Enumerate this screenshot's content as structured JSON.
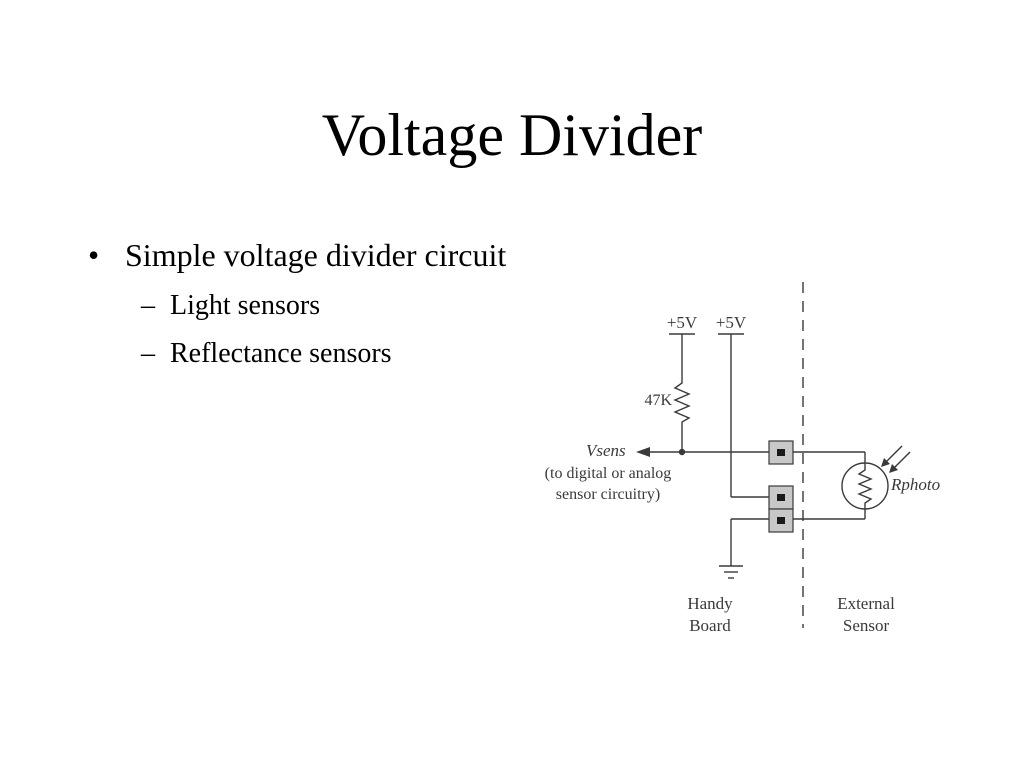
{
  "slide": {
    "title": "Voltage Divider",
    "bullets": [
      {
        "text": "Simple voltage divider circuit",
        "subitems": [
          "Light sensors",
          "Reflectance sensors"
        ]
      }
    ],
    "bullet_marker": "•",
    "sub_marker": "–"
  },
  "diagram": {
    "supply_left": "+5V",
    "supply_right": "+5V",
    "resistor_label": "47K",
    "output_label": "Vsens",
    "output_note_line1": "(to digital or analog",
    "output_note_line2": "sensor circuitry)",
    "sensor_label": "Rphoto",
    "board_label_line1": "Handy",
    "board_label_line2": "Board",
    "external_label_line1": "External",
    "external_label_line2": "Sensor"
  }
}
